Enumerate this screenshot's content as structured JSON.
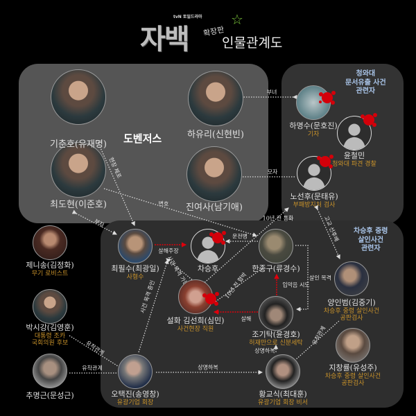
{
  "header": {
    "network_logo": "tvN 토일드라마",
    "show_title": "자백",
    "edition": "확장판",
    "subtitle": "인물관계도"
  },
  "groups": {
    "dovengers": "도벤저스",
    "bluehouse": [
      "청와대",
      "문서유출 사건",
      "관련자"
    ],
    "chaseunghu_case": [
      "차승후 중령",
      "살인사건",
      "관련자"
    ]
  },
  "characters": {
    "kichunho": {
      "name": "기춘호(유재명)"
    },
    "choidohyun": {
      "name": "최도현(이준호)"
    },
    "hayuri": {
      "name": "하유리(신현빈)"
    },
    "jinyeosa": {
      "name": "진여사(남기애)"
    },
    "hamyungsu": {
      "name": "하명수(문호진)",
      "role": "기자"
    },
    "yoonchulmin": {
      "name": "윤철민",
      "role": "청와대 파견 경찰"
    },
    "nosunhu": {
      "name": "노선후(문태유)",
      "role": "부패방지처 검사"
    },
    "jenisong": {
      "name": "제니송(김정화)",
      "role": "무기 로비스트"
    },
    "parksigang": {
      "name": "박시강(김영훈)",
      "role": [
        "대통령 조카",
        "국회의원 후보"
      ]
    },
    "chumyunggeun": {
      "name": "추명근(문성근)"
    },
    "choipilsu": {
      "name": "최필수(최광일)",
      "role": "사형수"
    },
    "chaseunghu": {
      "name": "차승후"
    },
    "hanjonggu": {
      "name": "한종구(류경수)"
    },
    "seolhwa": {
      "name": "설화 김선희(심민)",
      "role": "사건현장 직원"
    },
    "jogitak": {
      "name": "조기탁(윤경호)",
      "role": "허재만으로 신분세탁"
    },
    "yanginbum": {
      "name": "양인범(김중기)",
      "role": [
        "차승후 중령 살인사건",
        "공판검사"
      ]
    },
    "jichangryul": {
      "name": "지창률(유성주)",
      "role": [
        "차승후 중령 살인사건",
        "공판검사"
      ]
    },
    "ohtaekjin": {
      "name": "오택진(송영창)",
      "role": "유광기업 회장"
    },
    "hwanggyosik": {
      "name": "황교식(최대훈)",
      "role": "유광기업 회장 비서"
    }
  },
  "edges": {
    "father_daughter": "부녀",
    "mother_son": "모자",
    "arrest": "현장 체포",
    "defense": "변호",
    "father_son": "부자",
    "call_10yrs": "10년 전 통화",
    "school_seniority": "고교 선후배",
    "murder_claim": "살해주장",
    "driver": "운전병",
    "witness_murder": "살인 목격",
    "silence_attempt": "입막음 시도",
    "threat_10yrs": "10년 전 협박",
    "murder": "살해",
    "possible_witness": "사건 목격 가능성",
    "eyewitness": "사건 목격 증인",
    "collusion_1": "유착관계",
    "collusion_2": "유착관계",
    "collusion_3": "유착관계",
    "hierarchy_1": "상명하복",
    "hierarchy_2": "상명하복"
  },
  "colors": {
    "role": "#c8922a",
    "group_blue": "#a9c4e8",
    "blood": "#d4000a",
    "star": "#7bc53a"
  }
}
